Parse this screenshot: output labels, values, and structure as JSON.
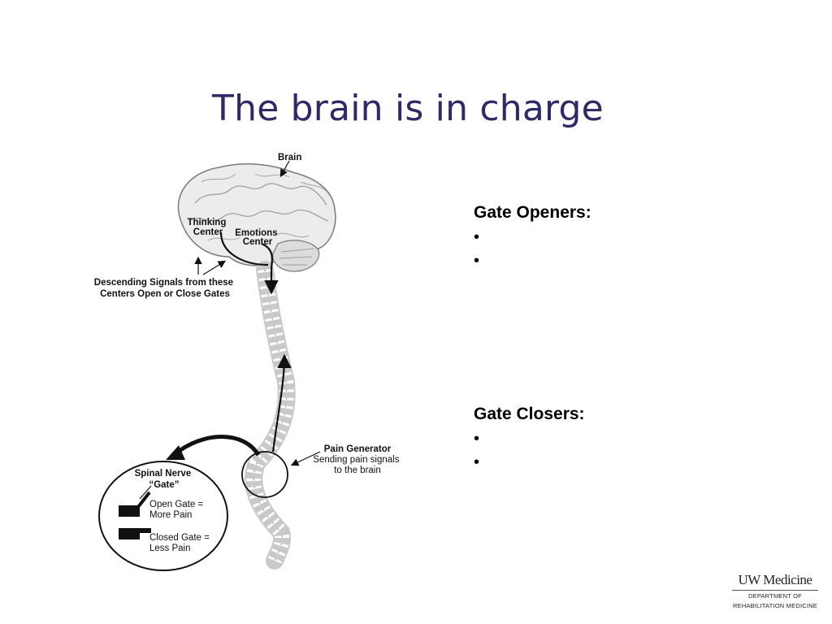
{
  "slide": {
    "title": "The brain is in charge"
  },
  "diagram": {
    "brain_label": "Brain",
    "thinking_center": [
      "Thinking",
      "Center"
    ],
    "emotions_center": [
      "Emotions",
      "Center"
    ],
    "descending_signals": [
      "Descending Signals from these",
      "Centers Open or Close Gates"
    ],
    "pain_generator_title": "Pain Generator",
    "pain_generator_desc": [
      "Sending pain signals",
      "to the brain"
    ],
    "spinal_nerve": [
      "Spinal Nerve",
      "“Gate”"
    ],
    "open_gate": [
      "Open Gate =",
      "More Pain"
    ],
    "closed_gate": [
      "Closed Gate =",
      "Less Pain"
    ]
  },
  "gate_openers": {
    "heading": "Gate Openers:",
    "items": [
      "",
      ""
    ]
  },
  "gate_closers": {
    "heading": "Gate Closers:",
    "items": [
      "",
      ""
    ]
  },
  "logo": {
    "main": "UW Medicine",
    "sub": [
      "DEPARTMENT OF",
      "REHABILITATION MEDICINE"
    ]
  }
}
